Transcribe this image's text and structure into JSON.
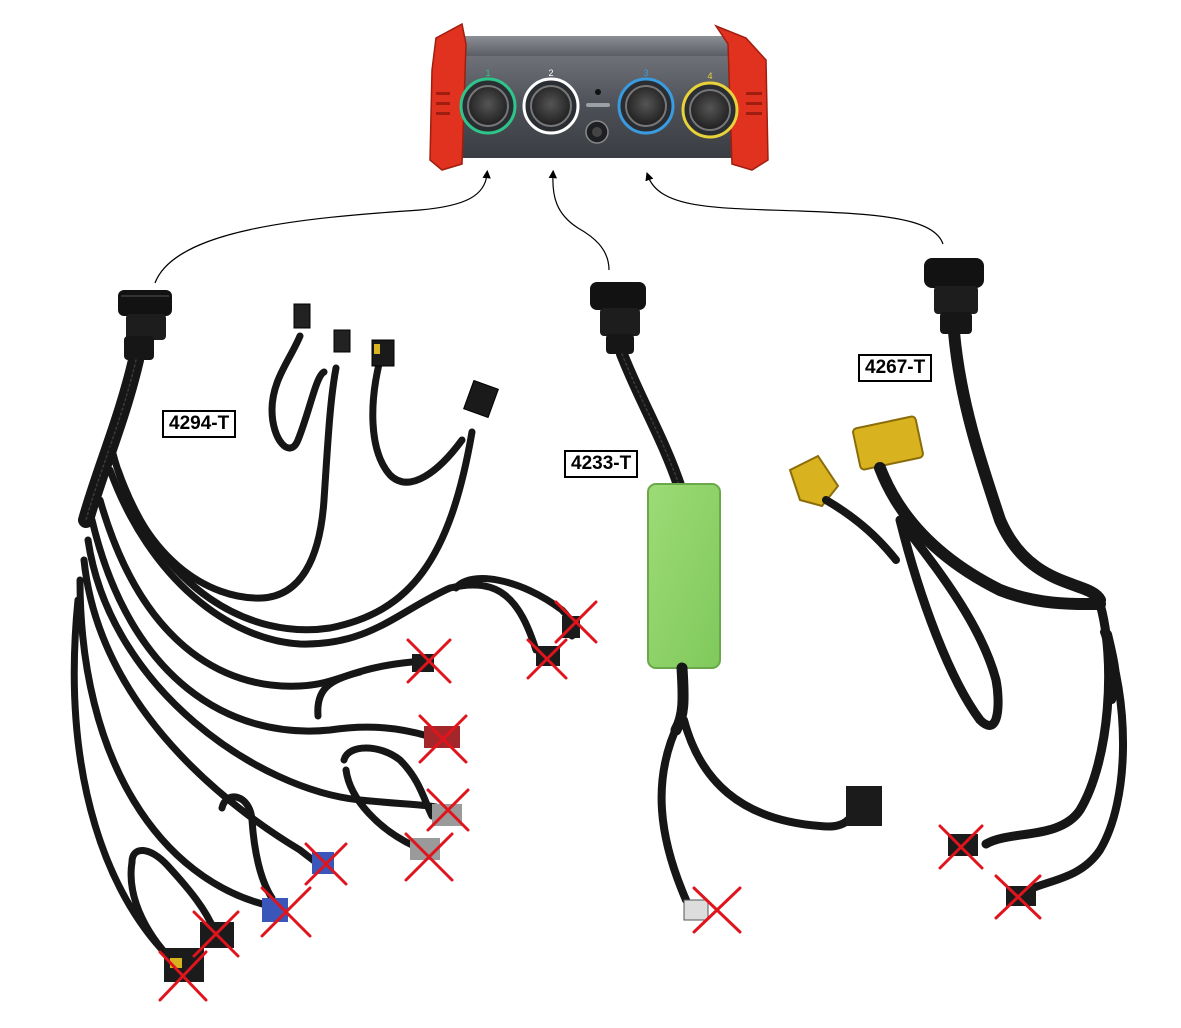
{
  "device": {
    "port_numbers": [
      "1",
      "2",
      "3",
      "4"
    ],
    "port_colors": [
      "#2ec48a",
      "#ffffff",
      "#3b9be0",
      "#e8d23a"
    ],
    "bumper_color": "#e0321e",
    "body_color": "#555a60"
  },
  "harnesses": [
    {
      "label": "4294-T"
    },
    {
      "label": "4233-T"
    },
    {
      "label": "4267-T"
    }
  ],
  "colors": {
    "cable": "#161616",
    "interface_box": "#8fd46a",
    "cross": "#e0141c",
    "yellow_connector": "#d9b21f"
  },
  "icons": [
    "cross-mark-icon",
    "arrow-head-icon",
    "round-connector-icon"
  ]
}
